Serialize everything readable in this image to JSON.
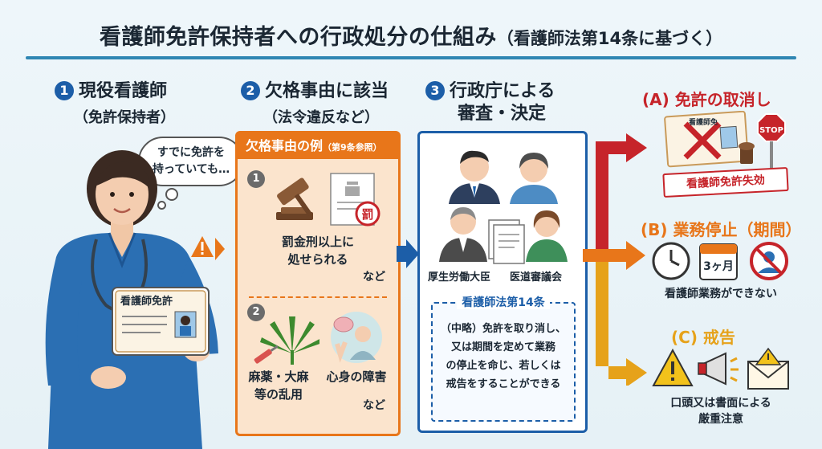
{
  "title": {
    "main": "看護師免許保持者への行政処分の仕組み",
    "sub": "（看護師法第14条に基づく）"
  },
  "step1": {
    "number": "1",
    "heading": "現役看護師",
    "sub": "（免許保持者）",
    "bubble": [
      "すでに免許を",
      "持っていても…"
    ],
    "card_label": "看護師免許"
  },
  "step2": {
    "number": "2",
    "heading": "欠格事由に該当",
    "sub": "（法令違反など）",
    "box_header": "欠格事由の例",
    "box_header_note": "（第9条参照）",
    "item1": {
      "number": "1",
      "stamp_char": "罰",
      "text": [
        "罰金刑以上に",
        "処せられる"
      ],
      "etc": "など"
    },
    "item2": {
      "number": "2",
      "left_text": [
        "麻薬・大麻",
        "等の乱用"
      ],
      "right_text": "心身の障害",
      "etc": "など"
    }
  },
  "step3": {
    "number": "3",
    "heading": [
      "行政庁による",
      "審査・決定"
    ],
    "person_left": "厚生労働大臣",
    "person_right": "医道審議会",
    "law_title": "看護師法第14条",
    "law_text": [
      "（中略）免許を取り消し、",
      "又は期間を定めて業務",
      "の停止を命じ、若しくは",
      "戒告をすることができる"
    ]
  },
  "outcomes": {
    "a": {
      "heading": "(A) 免許の取消し",
      "stamp": "看護師免許失効",
      "card_label": "看護師免",
      "stop": "STOP",
      "color": "#c6242a"
    },
    "b": {
      "heading": "(B) 業務停止（期間）",
      "calendar": "3ヶ月",
      "desc": "看護師業務ができない",
      "color": "#e8761a"
    },
    "c": {
      "heading": "(C) 戒告",
      "desc": [
        "口頭又は書面による",
        "厳重注意"
      ],
      "color": "#e6a21a"
    }
  },
  "colors": {
    "accent_blue": "#1c5ea8",
    "accent_orange": "#e8761a",
    "title_line": "#2f86b3"
  }
}
